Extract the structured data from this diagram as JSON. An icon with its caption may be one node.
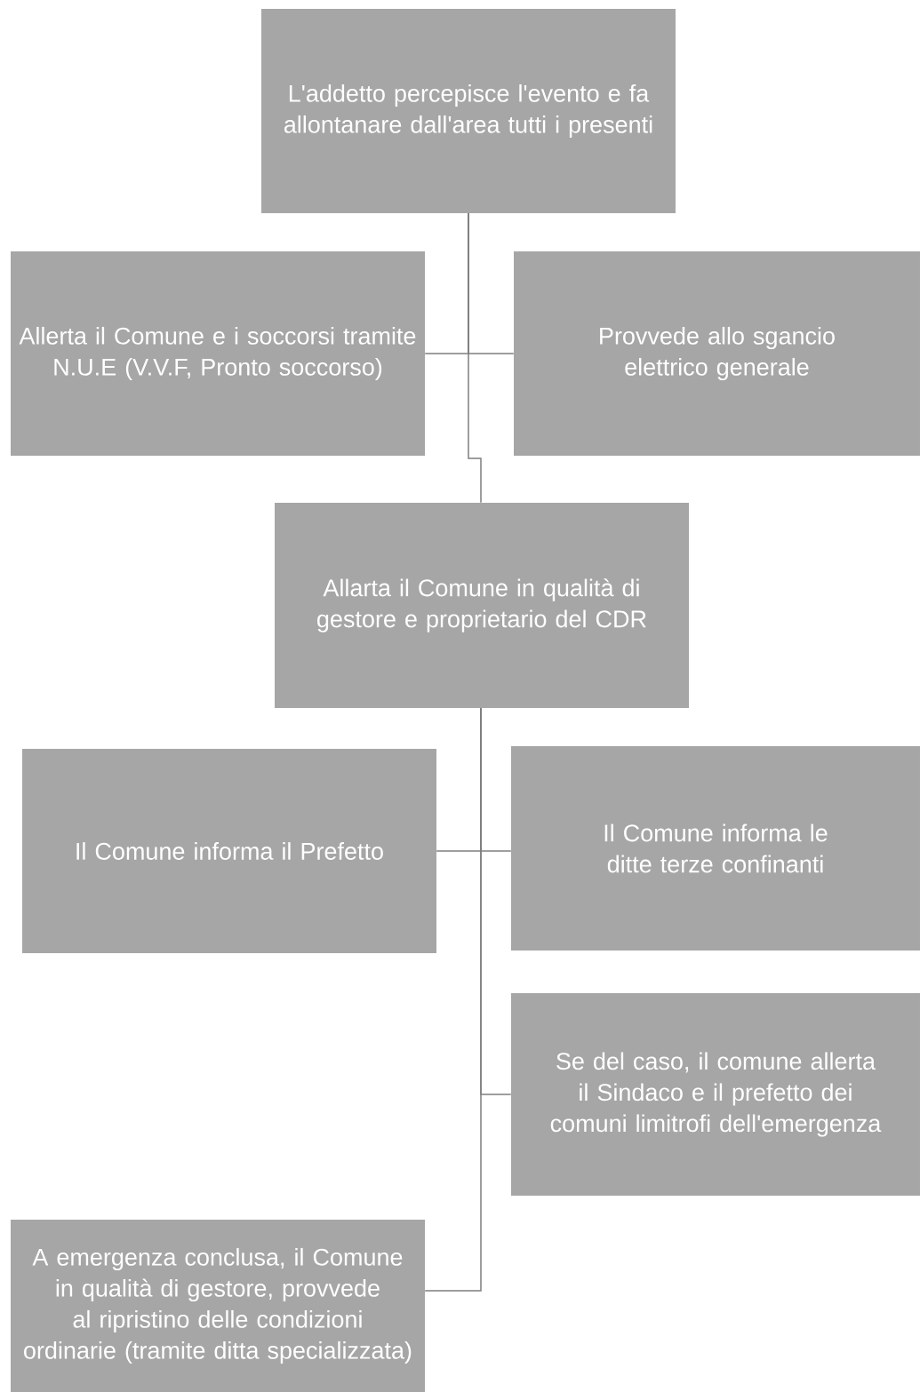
{
  "diagram": {
    "nodes": [
      {
        "text": [
          "L'addetto percepisce l'evento e fa allontanare dall'area tutti i presenti"
        ]
      },
      {
        "text": [
          "Allerta il Comune e i soccorsi tramite N.U.E  (V.V.F, Pronto soccorso)"
        ]
      },
      {
        "text": [
          "Provvede allo sgancio elettrico generale"
        ]
      },
      {
        "text": [
          "Allarta il Comune in qualità di gestore e proprietario del CDR"
        ]
      },
      {
        "text": [
          "Il Comune informa il Prefetto"
        ]
      },
      {
        "text": [
          "Il Comune informa le ditte terze confinanti"
        ]
      },
      {
        "text": [
          "Se del caso, il comune allerta il Sindaco e il prefetto dei comuni limitrofi dell'emergenza"
        ]
      },
      {
        "text": [
          "A emergenza conclusa, il Comune in qualità di gestore, provvede al ripristino delle condizioni ordinarie (tramite ditta specializzata)"
        ]
      }
    ],
    "edges": [
      {
        "from": 0,
        "to": 1,
        "arrow": "none"
      },
      {
        "from": 0,
        "to": 2,
        "arrow": "none"
      },
      {
        "from": 0,
        "to": 3,
        "arrow": "none"
      },
      {
        "from": 3,
        "to": 4,
        "arrow": "none"
      },
      {
        "from": 3,
        "to": 5,
        "arrow": "none"
      },
      {
        "from": 3,
        "to": 6,
        "arrow": "none"
      },
      {
        "from": 3,
        "to": 7,
        "arrow": "none"
      }
    ]
  }
}
